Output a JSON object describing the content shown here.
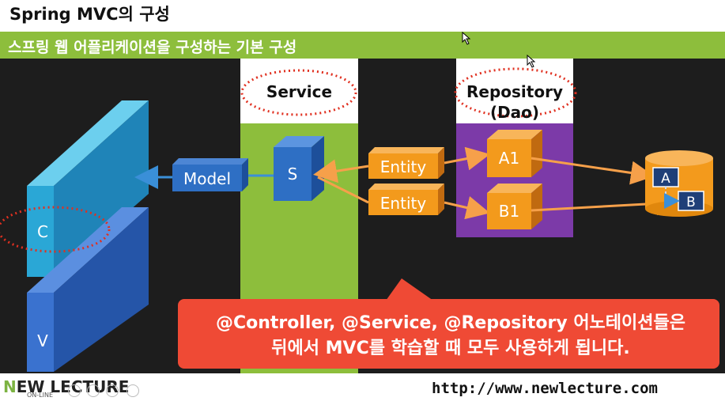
{
  "title": "Spring MVC의 구성",
  "subtitle": "스프링 웹 어플리케이션을 구성하는 기본 구성",
  "columns": {
    "service": "Service",
    "repository_line1": "Repository",
    "repository_line2": "(Dao)"
  },
  "blocks": {
    "controller": "C",
    "view": "V",
    "model": "Model",
    "service": "S",
    "entity1": "Entity",
    "entity2": "Entity",
    "dao_a": "A1",
    "dao_b": "B1",
    "db_a": "A",
    "db_b": "B"
  },
  "callout": {
    "line1": "@Controller, @Service, @Repository 어노테이션들은",
    "line2": "뒤에서 MVC를 학습할 때 모두 사용하게 됩니다."
  },
  "footer": {
    "logo_mark": "N",
    "logo_text": "EW LECTURE",
    "logo_sub": "ON-LINE",
    "url": "http://www.newlecture.com"
  },
  "colors": {
    "green": "#8dbe3c",
    "purple": "#7c3aa8",
    "blue": "#2e6fc4",
    "cyan": "#2aa7d6",
    "orange": "#f39a1c",
    "callout": "#ef4a35",
    "dotted_ring": "#e03020"
  }
}
